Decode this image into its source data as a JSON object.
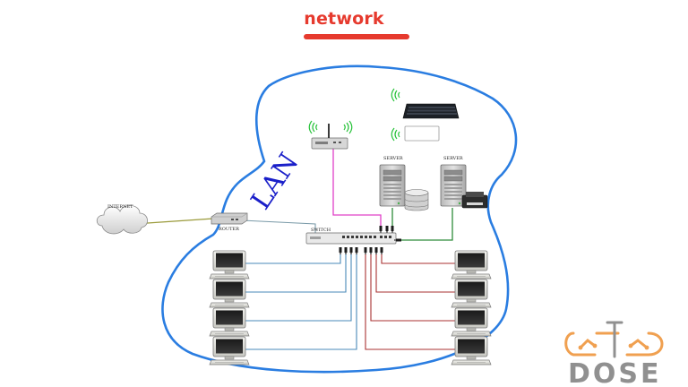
{
  "title": "network",
  "lan_label": "LAN",
  "labels": {
    "internet": "INTERNET",
    "router": "ROUTER",
    "switch": "SWITCH",
    "server_1": "SERVER",
    "server_2": "SERVER"
  },
  "logo": {
    "text": "DOSE"
  },
  "colors": {
    "title": "#e63a2e",
    "lan_cloud": "#2a7de1",
    "lan_text": "#1a1fc9",
    "wifi": "#28c23a",
    "line_internet": "#9a9a3a",
    "line_router_switch": "#7a9aa8",
    "line_ap": "#e040c8",
    "line_server": "#2e8c3a",
    "line_left_pcs": "#4a8ab8",
    "line_right_pcs": "#a83232",
    "logo_orange": "#f0a050",
    "logo_gray": "#909090"
  }
}
